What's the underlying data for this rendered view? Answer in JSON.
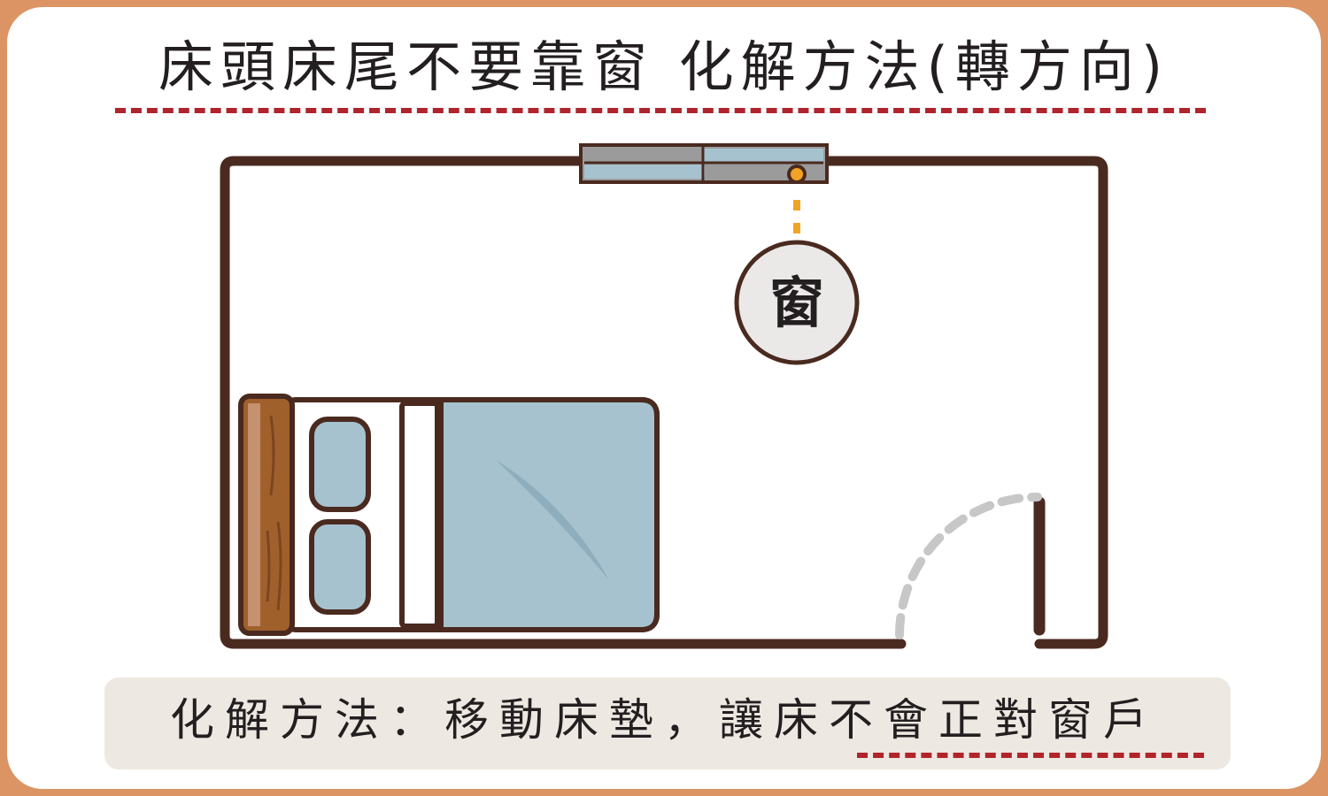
{
  "title": "床頭床尾不要靠窗 化解方法(轉方向)",
  "caption": "化解方法：移動床墊，讓床不會正對窗戶",
  "window_label": "窗",
  "colors": {
    "frame_border": "#dc9464",
    "outline": "#4a2a1f",
    "underline": "#b0252d",
    "bedding": "#a6c2cf",
    "headboard": "#a0602c",
    "window_glass": "#a6c2cf",
    "window_frame": "#9b9b9b",
    "marker": "#f1a325",
    "door_swing": "#c7c7c7"
  }
}
